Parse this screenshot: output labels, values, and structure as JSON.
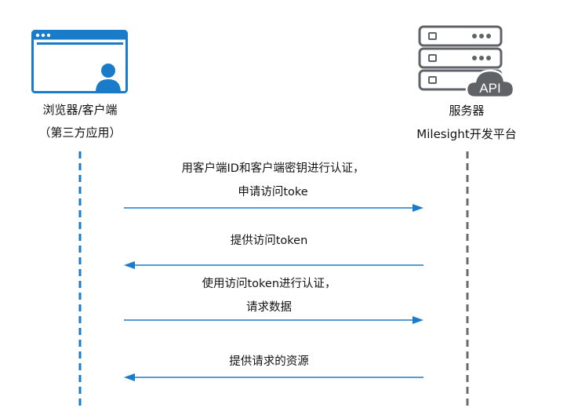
{
  "client": {
    "name": "浏览器/客户端",
    "subtitle": "（第三方应用）",
    "icon": "browser-user-icon",
    "color": "#1a7bc9"
  },
  "server": {
    "name": "服务器",
    "subtitle": "Milesight开发平台",
    "icon": "server-stack-icon",
    "badge": "API",
    "color": "#5f6368"
  },
  "messages": [
    {
      "lines": [
        "用客户端ID和客户端密钥进行认证，",
        "申请访问toke"
      ],
      "direction": "client-to-server"
    },
    {
      "lines": [
        "提供访问token"
      ],
      "direction": "server-to-client"
    },
    {
      "lines": [
        "使用访问token进行认证，",
        "请求数据"
      ],
      "direction": "client-to-server"
    },
    {
      "lines": [
        "提供请求的资源"
      ],
      "direction": "server-to-client"
    }
  ],
  "colors": {
    "arrow": "#1a7bc9",
    "client_lifeline": "#1a7bc9",
    "server_lifeline": "#6b6b6b"
  }
}
